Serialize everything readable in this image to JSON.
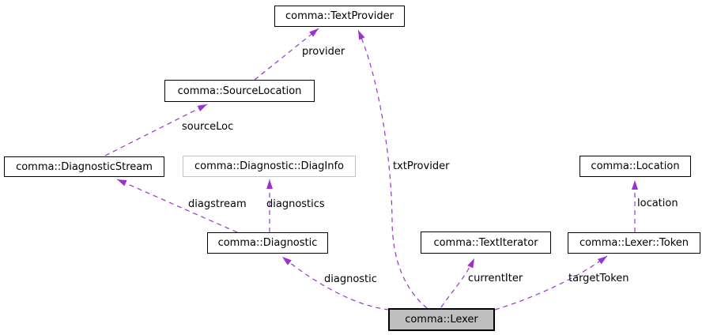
{
  "diagram": {
    "kind": "collaboration-graph",
    "current_class": "comma::Lexer",
    "colors": {
      "edge": "#9a32cd",
      "node_border": "#000000",
      "undocumented_node_border": "#c4c4c4",
      "current_node_fill": "#bfbfbf",
      "background": "#ffffff",
      "text": "#000000"
    },
    "nodes": [
      {
        "id": "text-provider",
        "label": "comma::TextProvider"
      },
      {
        "id": "source-location",
        "label": "comma::SourceLocation"
      },
      {
        "id": "diagnostic-stream",
        "label": "comma::DiagnosticStream"
      },
      {
        "id": "diag-info",
        "label": "comma::Diagnostic::DiagInfo"
      },
      {
        "id": "location",
        "label": "comma::Location"
      },
      {
        "id": "diagnostic",
        "label": "comma::Diagnostic"
      },
      {
        "id": "text-iterator",
        "label": "comma::TextIterator"
      },
      {
        "id": "lexer-token",
        "label": "comma::Lexer::Token"
      },
      {
        "id": "lexer",
        "label": "comma::Lexer"
      }
    ],
    "edges": [
      {
        "id": "provider",
        "label": "provider",
        "from": "comma::SourceLocation",
        "to": "comma::TextProvider"
      },
      {
        "id": "sourceLoc",
        "label": "sourceLoc",
        "from": "comma::DiagnosticStream",
        "to": "comma::SourceLocation"
      },
      {
        "id": "txtProvider",
        "label": "txtProvider",
        "from": "comma::Lexer",
        "to": "comma::TextProvider"
      },
      {
        "id": "diagstream",
        "label": "diagstream",
        "from": "comma::Diagnostic",
        "to": "comma::DiagnosticStream"
      },
      {
        "id": "diagnostics",
        "label": "diagnostics",
        "from": "comma::Diagnostic",
        "to": "comma::Diagnostic::DiagInfo"
      },
      {
        "id": "location",
        "label": "location",
        "from": "comma::Lexer::Token",
        "to": "comma::Location"
      },
      {
        "id": "diagnostic",
        "label": "diagnostic",
        "from": "comma::Lexer",
        "to": "comma::Diagnostic"
      },
      {
        "id": "currentIter",
        "label": "currentIter",
        "from": "comma::Lexer",
        "to": "comma::TextIterator"
      },
      {
        "id": "targetToken",
        "label": "targetToken",
        "from": "comma::Lexer",
        "to": "comma::Lexer::Token"
      }
    ]
  }
}
